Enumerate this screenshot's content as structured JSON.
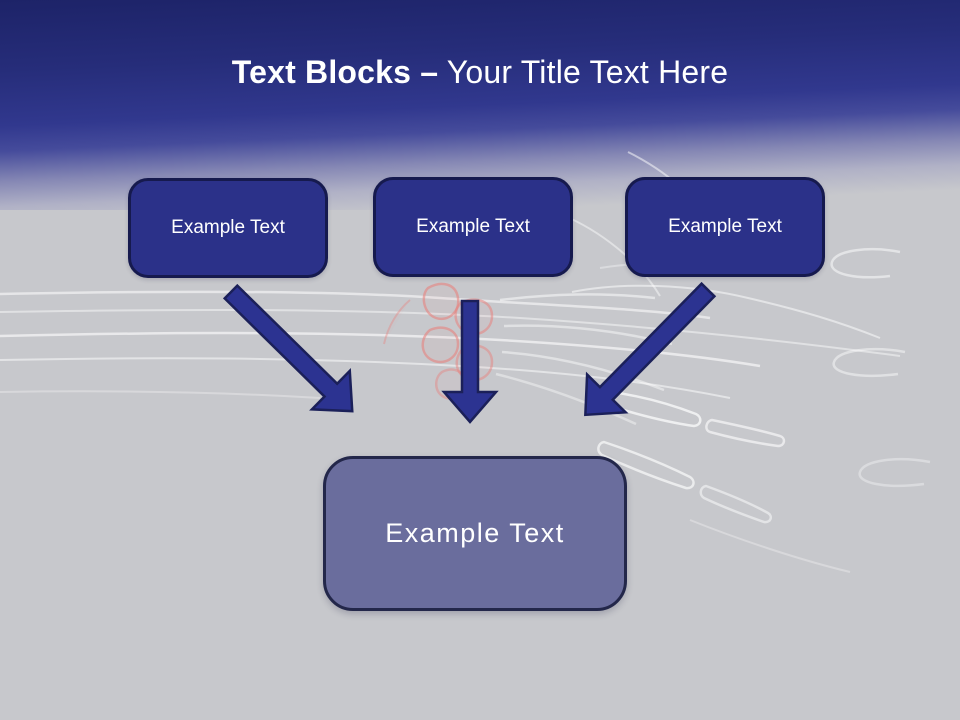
{
  "header": {
    "title_bold": "Text Blocks –",
    "title_regular": " Your Title Text Here"
  },
  "blocks": [
    {
      "label": "Example Text"
    },
    {
      "label": "Example Text"
    },
    {
      "label": "Example Text"
    }
  ],
  "result_box": {
    "label": "Example Text"
  },
  "icons": {
    "arrow_left": "arrow-down-right-icon",
    "arrow_middle": "arrow-down-icon",
    "arrow_right": "arrow-down-left-icon",
    "background_art": "xray-hand-image"
  },
  "colors": {
    "header_gradient_top": "#1d2368",
    "header_gradient_mid": "#31388e",
    "background": "#c7c8cc",
    "block_fill": "#2b3189",
    "block_border": "#161a4e",
    "block_text": "#ffffff",
    "title_text": "#ffffff",
    "result_fill": "#6a6d9d",
    "result_border": "#23274a",
    "arrow_fill": "#2c3391",
    "arrow_outline": "#1b2059",
    "xray_bone": "#ffffff",
    "xray_inflammation": "#e8837f"
  }
}
